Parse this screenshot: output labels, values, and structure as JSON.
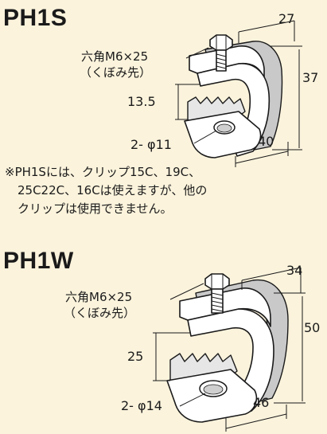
{
  "ph1s": {
    "title": "PH1S",
    "bolt_label_line1": "六角M6×25",
    "bolt_label_line2": "（くぼみ先）",
    "dim_width_top": "27",
    "dim_height": "37",
    "dim_inner": "13.5",
    "dim_length": "40",
    "hole_label": "2- φ11"
  },
  "note": {
    "line1": "※PH1Sには、クリップ15C、19C、",
    "line2": "25C22C、16Cは使えますが、他の",
    "line3": "クリップは使用できません。"
  },
  "ph1w": {
    "title": "PH1W",
    "bolt_label_line1": "六角M6×25",
    "bolt_label_line2": "（くぼみ先）",
    "dim_width_top": "34",
    "dim_height": "50",
    "dim_inner": "25",
    "dim_length": "46",
    "hole_label": "2- φ14"
  }
}
